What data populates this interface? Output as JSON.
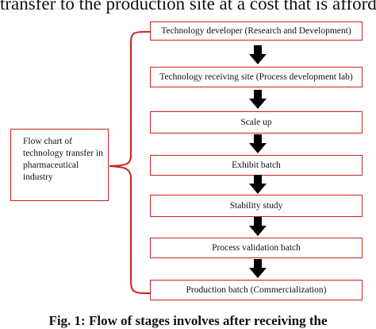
{
  "top_text": "transfer to the production site at a cost that is affordable.",
  "left_box": "Flow chart of technology transfer in pharmaceutical industry",
  "steps": [
    "Technology developer (Research and Development)",
    "Technology receiving site (Process development lab)",
    "Scale up",
    "Exhibit batch",
    "Stability study",
    "Process validation batch",
    "Production batch (Commercialization)"
  ],
  "caption": "Fig. 1: Flow of stages involves after receiving the",
  "colors": {
    "border": "#c9231f",
    "arrow": "#000000"
  }
}
